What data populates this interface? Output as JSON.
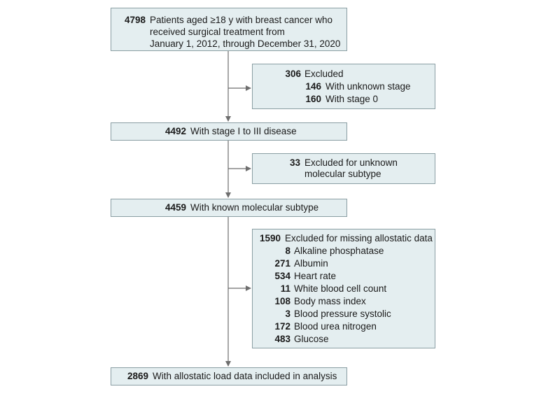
{
  "boxes": {
    "start": {
      "count": "4798",
      "lines": [
        "Patients aged ≥18 y with breast cancer who",
        "received surgical treatment from",
        "January 1, 2012, through December 31, 2020"
      ]
    },
    "excl1": {
      "count": "306",
      "label": "Excluded",
      "items": [
        {
          "count": "146",
          "label": "With unknown stage"
        },
        {
          "count": "160",
          "label": "With stage 0"
        }
      ]
    },
    "stage": {
      "count": "4492",
      "label": "With stage I to III disease"
    },
    "excl2": {
      "count": "33",
      "lines": [
        "Excluded for unknown",
        "molecular subtype"
      ]
    },
    "known": {
      "count": "4459",
      "label": "With known molecular subtype"
    },
    "excl3": {
      "count": "1590",
      "label": "Excluded for missing allostatic data",
      "items": [
        {
          "count": "8",
          "label": "Alkaline phosphatase"
        },
        {
          "count": "271",
          "label": "Albumin"
        },
        {
          "count": "534",
          "label": "Heart rate"
        },
        {
          "count": "11",
          "label": "White blood cell count"
        },
        {
          "count": "108",
          "label": "Body mass index"
        },
        {
          "count": "3",
          "label": "Blood pressure systolic"
        },
        {
          "count": "172",
          "label": "Blood urea nitrogen"
        },
        {
          "count": "483",
          "label": "Glucose"
        }
      ]
    },
    "final": {
      "count": "2869",
      "label": "With allostatic load data included in analysis"
    }
  },
  "colors": {
    "box_fill": "#e4eef0",
    "box_border": "#8a9ea3",
    "arrow": "#6e6e6e"
  }
}
